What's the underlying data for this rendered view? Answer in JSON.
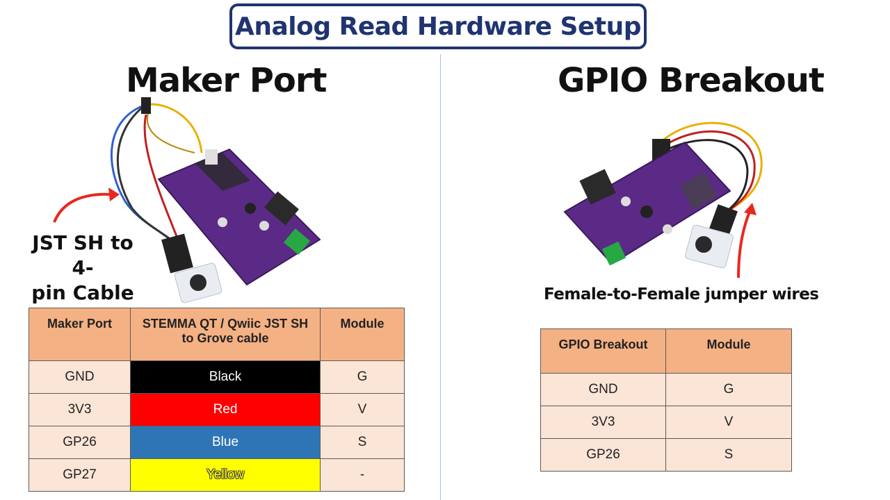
{
  "title": "Analog Read Hardware Setup",
  "left": {
    "heading": "Maker Port",
    "cable_label_line1": "JST SH to 4-",
    "cable_label_line2": "pin Cable",
    "table": {
      "headers": [
        "Maker Port",
        "STEMMA QT / Qwiic JST SH to Grove cable",
        "Module"
      ],
      "rows": [
        {
          "port": "GND",
          "wire": "Black",
          "module": "G",
          "wire_color": "#000000",
          "text_color": "#ffffff"
        },
        {
          "port": "3V3",
          "wire": "Red",
          "module": "V",
          "wire_color": "#ff0000",
          "text_color": "#ffffff"
        },
        {
          "port": "GP26",
          "wire": "Blue",
          "module": "S",
          "wire_color": "#2e75b6",
          "text_color": "#ffffff"
        },
        {
          "port": "GP27",
          "wire": "Yellow",
          "module": "-",
          "wire_color": "#ffff00",
          "text_color": "#ffff00"
        }
      ]
    }
  },
  "right": {
    "heading": "GPIO Breakout",
    "jumper_label": "Female-to-Female jumper wires",
    "table": {
      "headers": [
        "GPIO Breakout",
        "Module"
      ],
      "rows": [
        {
          "port": "GND",
          "module": "G"
        },
        {
          "port": "3V3",
          "module": "V"
        },
        {
          "port": "GP26",
          "module": "S"
        }
      ]
    }
  },
  "colors": {
    "title_border": "#1f3470",
    "header_fill": "#f4b183",
    "cell_fill": "#fbe5d6",
    "board_purple": "#5b2a86",
    "arrow_red": "#e8281e"
  }
}
